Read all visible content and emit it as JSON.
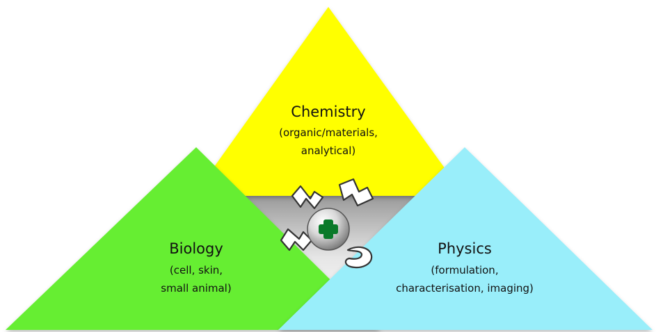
{
  "diagram": {
    "sections": {
      "chemistry": {
        "title": "Chemistry",
        "line1": "(organic/materials,",
        "line2": "analytical)",
        "color": "#FFFF00"
      },
      "biology": {
        "title": "Biology",
        "line1": "(cell,  skin,",
        "line2": "small animal)",
        "color": "#66EE33"
      },
      "physics": {
        "title": "Physics",
        "line1": "(formulation,",
        "line2": "characterisation, imaging)",
        "color": "#99EEFA"
      }
    },
    "center_panel_color": "#D8D8D8",
    "logo": {
      "icon": "nms-logo-icon",
      "center_cross_color": "#0A7A2A"
    }
  }
}
